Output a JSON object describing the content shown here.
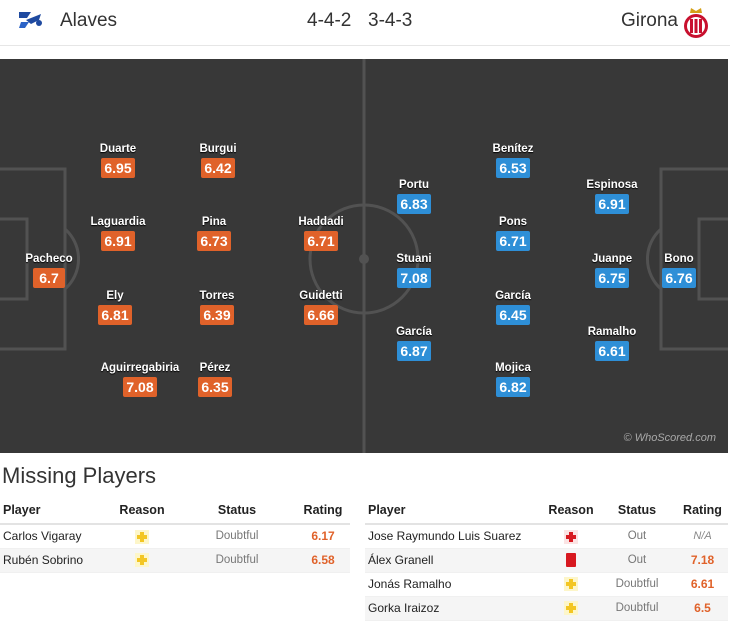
{
  "header": {
    "home_team": "Alaves",
    "home_formation": "4-4-2",
    "away_formation": "3-4-3",
    "away_team": "Girona",
    "home_logo_icon": "alaves-crest-icon",
    "away_logo_icon": "girona-crest-icon"
  },
  "colors": {
    "home_rating": "#e0622a",
    "away_rating": "#2e8fd7",
    "pitch": "#383838"
  },
  "pitch": {
    "watermark": "© WhoScored.com",
    "home_players": [
      {
        "name": "Duarte",
        "rating": "6.95"
      },
      {
        "name": "Burgui",
        "rating": "6.42"
      },
      {
        "name": "Laguardia",
        "rating": "6.91"
      },
      {
        "name": "Pina",
        "rating": "6.73"
      },
      {
        "name": "Haddadi",
        "rating": "6.71"
      },
      {
        "name": "Pacheco",
        "rating": "6.7"
      },
      {
        "name": "Ely",
        "rating": "6.81"
      },
      {
        "name": "Torres",
        "rating": "6.39"
      },
      {
        "name": "Guidetti",
        "rating": "6.66"
      },
      {
        "name": "Aguirregabiria",
        "rating": "7.08"
      },
      {
        "name": "Pérez",
        "rating": "6.35"
      }
    ],
    "away_players": [
      {
        "name": "Benítez",
        "rating": "6.53"
      },
      {
        "name": "Portu",
        "rating": "6.83"
      },
      {
        "name": "Espinosa",
        "rating": "6.91"
      },
      {
        "name": "Pons",
        "rating": "6.71"
      },
      {
        "name": "Stuani",
        "rating": "7.08"
      },
      {
        "name": "Juanpe",
        "rating": "6.75"
      },
      {
        "name": "Bono",
        "rating": "6.76"
      },
      {
        "name": "García",
        "rating": "6.45"
      },
      {
        "name": "García",
        "rating": "6.87"
      },
      {
        "name": "Ramalho",
        "rating": "6.61"
      },
      {
        "name": "Mojica",
        "rating": "6.82"
      }
    ]
  },
  "missing": {
    "title": "Missing Players",
    "headers": {
      "player": "Player",
      "reason": "Reason",
      "status": "Status",
      "rating": "Rating"
    },
    "home": [
      {
        "player": "Carlos Vigaray",
        "reason_icon": "doubtful-cross-icon",
        "status": "Doubtful",
        "rating": "6.17"
      },
      {
        "player": "Rubén Sobrino",
        "reason_icon": "doubtful-cross-icon",
        "status": "Doubtful",
        "rating": "6.58"
      }
    ],
    "away": [
      {
        "player": "Jose Raymundo Luis Suarez",
        "reason_icon": "injury-cross-icon",
        "status": "Out",
        "rating": "N/A"
      },
      {
        "player": "Álex Granell",
        "reason_icon": "red-card-icon",
        "status": "Out",
        "rating": "7.18"
      },
      {
        "player": "Jonás Ramalho",
        "reason_icon": "doubtful-cross-icon",
        "status": "Doubtful",
        "rating": "6.61"
      },
      {
        "player": "Gorka Iraizoz",
        "reason_icon": "doubtful-cross-icon",
        "status": "Doubtful",
        "rating": "6.5"
      }
    ]
  }
}
